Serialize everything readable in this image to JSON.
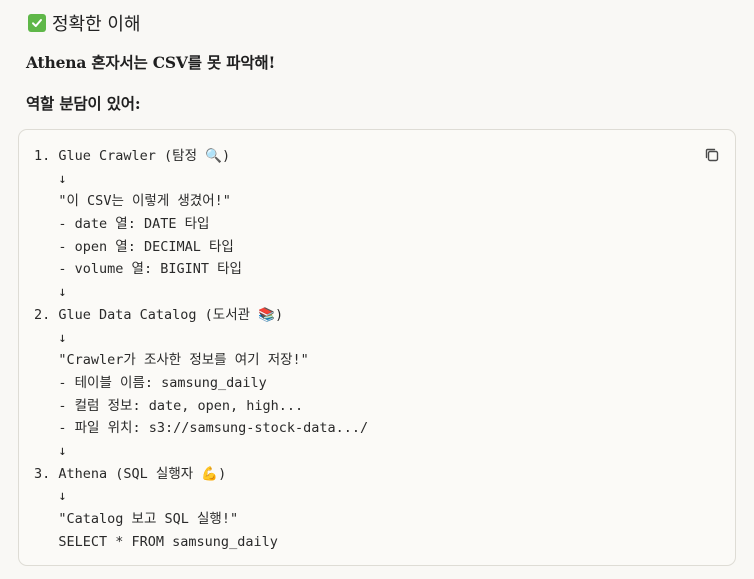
{
  "heading": {
    "icon": "check-mark-button-icon",
    "icon_color": "#5fb748",
    "text": "정확한 이해"
  },
  "paragraphs": [
    "Athena 혼자서는 CSV를 못 파악해!",
    "역할 분담이 있어:"
  ],
  "code_block": {
    "copy_icon": "copy-icon",
    "lines": [
      "1. Glue Crawler (탐정 🔍)",
      "   ↓",
      "   \"이 CSV는 이렇게 생겼어!\"",
      "   - date 열: DATE 타입",
      "   - open 열: DECIMAL 타입",
      "   - volume 열: BIGINT 타입",
      "   ↓",
      "2. Glue Data Catalog (도서관 📚)",
      "   ↓",
      "   \"Crawler가 조사한 정보를 여기 저장!\"",
      "   - 테이블 이름: samsung_daily",
      "   - 컬럼 정보: date, open, high...",
      "   - 파일 위치: s3://samsung-stock-data.../",
      "   ↓",
      "3. Athena (SQL 실행자 💪)",
      "   ↓",
      "   \"Catalog 보고 SQL 실행!\"",
      "   SELECT * FROM samsung_daily"
    ]
  }
}
